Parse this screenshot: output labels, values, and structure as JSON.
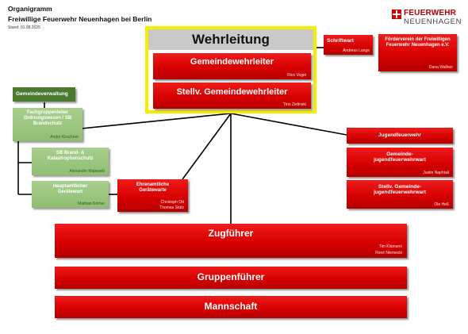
{
  "header": {
    "line1": "Organigramm",
    "line2": "Freiwillige Feuerwehr Neuenhagen bei Berlin",
    "stand": "Stand: 01.08.2025"
  },
  "logo": {
    "line1": "FEUERWEHR",
    "line2": "NEUENHAGEN",
    "color": "#b00000"
  },
  "colors": {
    "red": "#e00000",
    "yellow": "#f5ee00",
    "green": "#8fbe72",
    "dark_green": "#4a7a2d",
    "grey": "#c9c9c9"
  },
  "wehrleitung": {
    "title": "Wehrleitung",
    "gemeindewehrleiter": {
      "title": "Gemeindewehrleiter",
      "name": "Rico Vogel"
    },
    "stellv": {
      "title": "Stellv. Gemeindewehrleiter",
      "name": "Tino Zielinski"
    }
  },
  "schriftwart": {
    "title": "Schriftwart",
    "name": "Andreas Lange"
  },
  "foerderverein": {
    "title": "Förderverein der Freiwilligen Feuerwehr Neuenhagen e.V.",
    "name": "Dana Wallner"
  },
  "gemeindeverwaltung": {
    "title": "Gemeindeverwaltung"
  },
  "fachgruppenleiter": {
    "title": "Fachgruppenleiter Ordnungswesen / SB Brandschutz",
    "name": "Andre Kirschner"
  },
  "sb_brand": {
    "title": "SB Brand- & Katastrophenschutz",
    "name": "Alexander Majewski"
  },
  "geraetewart": {
    "title": "Hauptamtlicher Gerätewart",
    "name": "Mathias Körner"
  },
  "ehrenamtliche": {
    "title": "Ehrenamtliche Gerätewarte",
    "names": [
      "Christoph Ott",
      "Thomas Stütz"
    ]
  },
  "jugendfeuerwehr": {
    "title": "Jugendfeuerwehr"
  },
  "gemeindejugend": {
    "title": "Gemeinde-jugendfeuerwehrwart",
    "name": "Justin Naphtali"
  },
  "stellv_jugend": {
    "title": "Stellv. Gemeinde-jugendfeuerwehrwart",
    "name": "Ole Heß"
  },
  "zugfuehrer": {
    "title": "Zugführer",
    "names": [
      "Tim Klamann",
      "René Niemecki"
    ]
  },
  "gruppenfuehrer": {
    "title": "Gruppenführer"
  },
  "mannschaft": {
    "title": "Mannschaft"
  }
}
